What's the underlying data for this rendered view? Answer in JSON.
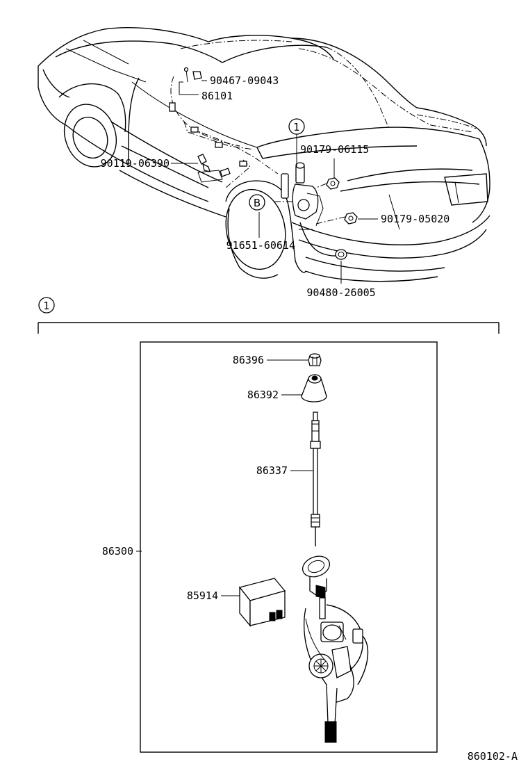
{
  "part_labels": {
    "p90467": "90467-09043",
    "p86101": "86101",
    "p90179a": "90179-06115",
    "p90119": "90119-06390",
    "p90179b": "90179-05020",
    "p91651": "91651-60614",
    "p90480": "90480-26005",
    "p86396": "86396",
    "p86392": "86392",
    "p86337": "86337",
    "p86300": "86300",
    "p85914": "85914"
  },
  "callouts": {
    "ref1_top": "1",
    "refB": "B",
    "ref1_section": "1"
  },
  "figure_id": "860102-A",
  "colors": {
    "line": "#000000",
    "background": "#ffffff"
  }
}
